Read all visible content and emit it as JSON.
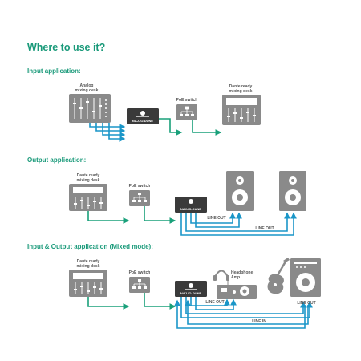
{
  "title": "Where to use it?",
  "sections": {
    "input": {
      "heading": "Input application:",
      "analog_label_1": "Analog",
      "analog_label_2": "mixing desk",
      "device_label": "NAJ-IO-DUNE",
      "switch_label": "PoE switch",
      "dante_label_1": "Dante ready",
      "dante_label_2": "mixing desk"
    },
    "output": {
      "heading": "Output application:",
      "dante_label_1": "Dante ready",
      "dante_label_2": "mixing desk",
      "switch_label": "PoE switch",
      "device_label": "NAJ-IO-DUNE",
      "line_out_1": "LINE OUT",
      "line_out_2": "LINE OUT"
    },
    "mixed": {
      "heading": "Input & Output application (Mixed mode):",
      "dante_label_1": "Dante ready",
      "dante_label_2": "mixing desk",
      "switch_label": "PoE switch",
      "device_label": "NAJ-IO-DUNE",
      "headphone_label_1": "Headphone",
      "headphone_label_2": "Amp",
      "line_out_1": "LINE OUT",
      "line_out_2": "LINE OUT",
      "line_in": "LINE IN"
    }
  },
  "colors": {
    "heading": "#1a9a7a",
    "network_link": "#19a07a",
    "audio_link": "#1a96c8",
    "device_gray": "#8a8a8a",
    "device_dark": "#3a3a3a"
  }
}
